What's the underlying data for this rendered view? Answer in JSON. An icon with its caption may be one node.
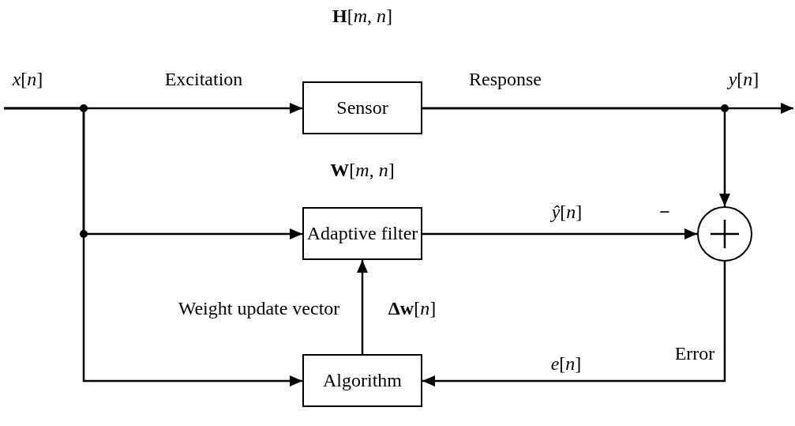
{
  "diagram": {
    "nodes": [
      {
        "text": [
          "Sensor"
        ],
        "beside": [
          "**H**[*m*, *n*]"
        ]
      },
      {
        "text": [
          "Adaptive filter"
        ],
        "beside": [
          "**W**[*m*, *n*]"
        ]
      },
      {
        "text": [
          "Algorithm"
        ]
      },
      {
        "text": [],
        "shape": "circle"
      }
    ],
    "edges": [
      {
        "from": null,
        "to": 0,
        "arrow": "to",
        "label": "Excitation"
      },
      {
        "from": null,
        "to": 1,
        "arrow": "to"
      },
      {
        "from": null,
        "to": 2,
        "arrow": "to"
      },
      {
        "from": 0,
        "to": null,
        "arrow": "to",
        "label": "Response"
      },
      {
        "from": 0,
        "to": 3,
        "arrow": "to"
      },
      {
        "from": 1,
        "to": 3,
        "arrow": "to",
        "label": "*ŷ*[*n*]"
      },
      {
        "from": 3,
        "to": 2,
        "arrow": "to",
        "label": "*e*[*n*]"
      },
      {
        "from": 2,
        "to": 1,
        "arrow": "to",
        "label": "**Δw**[*n*]"
      }
    ],
    "labels": [
      "*x*[*n*]",
      "*y*[*n*]",
      "−",
      "Weight update vector",
      "Error"
    ]
  }
}
